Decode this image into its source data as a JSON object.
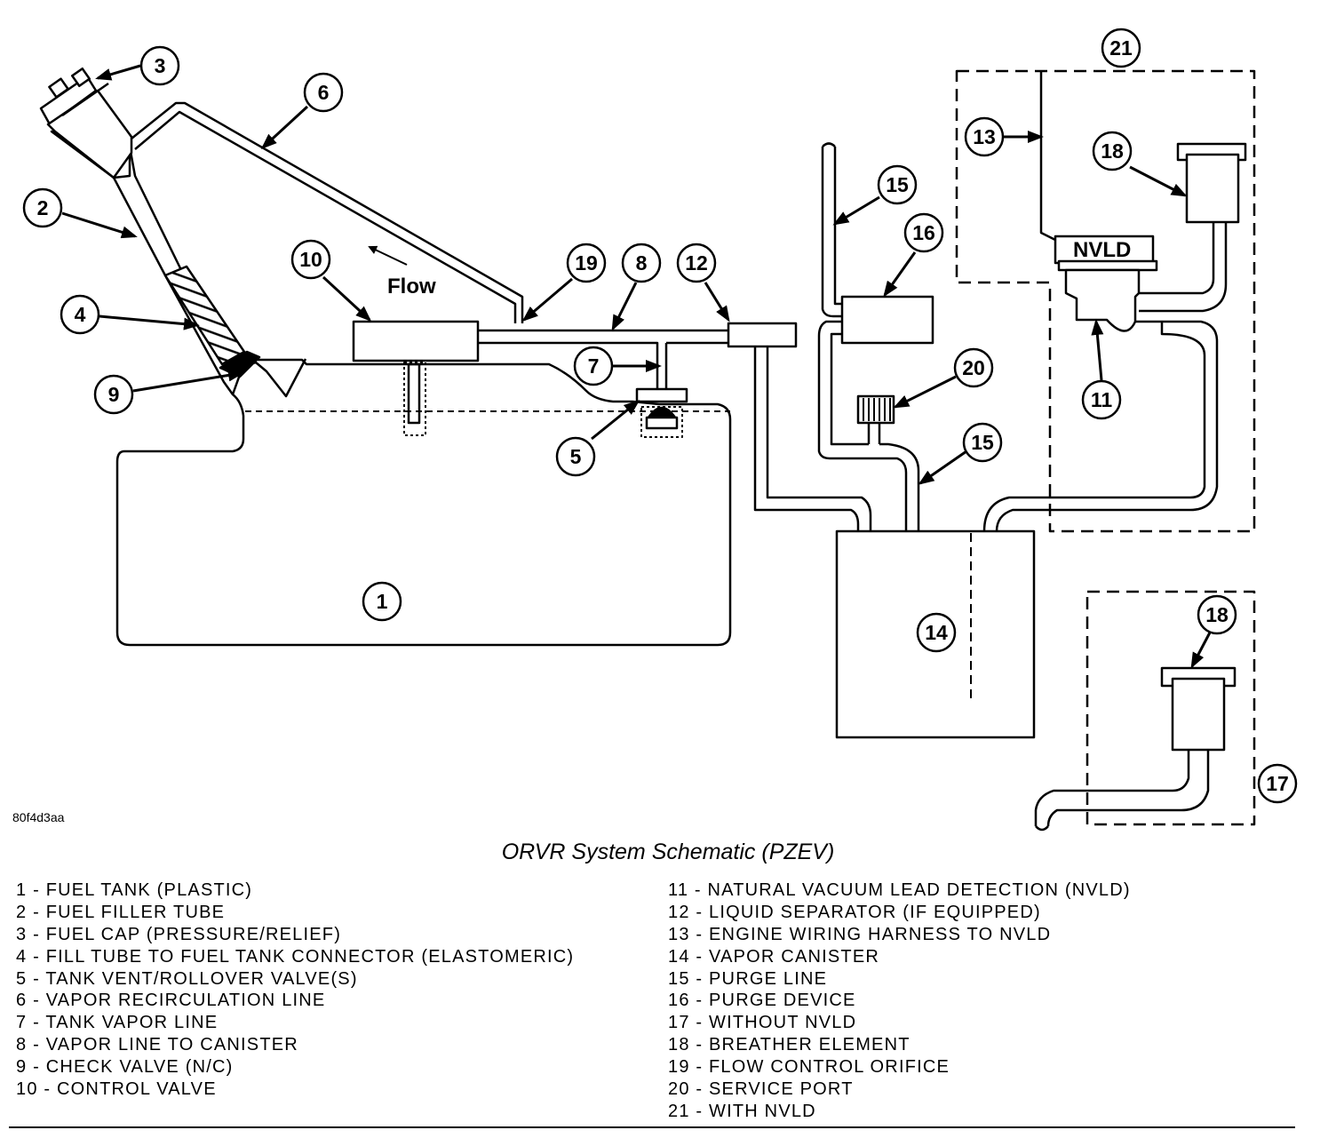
{
  "figure_code": "80f4d3aa",
  "caption": "ORVR System Schematic (PZEV)",
  "labels": {
    "flow": "Flow",
    "nvld": "NVLD"
  },
  "callouts": [
    "1",
    "2",
    "3",
    "4",
    "5",
    "6",
    "7",
    "8",
    "9",
    "10",
    "11",
    "12",
    "13",
    "14",
    "15",
    "15",
    "16",
    "17",
    "18",
    "18",
    "19",
    "20",
    "21"
  ],
  "legend_left": [
    "1 - FUEL TANK (PLASTIC)",
    "2 - FUEL FILLER TUBE",
    "3 - FUEL CAP (PRESSURE/RELIEF)",
    "4 - FILL TUBE TO FUEL TANK CONNECTOR (ELASTOMERIC)",
    "5 - TANK VENT/ROLLOVER VALVE(S)",
    "6 - VAPOR RECIRCULATION LINE",
    "7 - TANK VAPOR LINE",
    "8 - VAPOR LINE TO CANISTER",
    "9 - CHECK VALVE (N/C)",
    "10 - CONTROL VALVE"
  ],
  "legend_right": [
    "11 - NATURAL VACUUM LEAD DETECTION (NVLD)",
    "12 - LIQUID SEPARATOR (IF EQUIPPED)",
    "13 - ENGINE WIRING HARNESS TO NVLD",
    "14 - VAPOR CANISTER",
    "15 - PURGE LINE",
    "16 - PURGE DEVICE",
    "17 - WITHOUT NVLD",
    "18 - BREATHER ELEMENT",
    "19 - FLOW CONTROL ORIFICE",
    "20 - SERVICE PORT",
    "21 - WITH NVLD"
  ]
}
